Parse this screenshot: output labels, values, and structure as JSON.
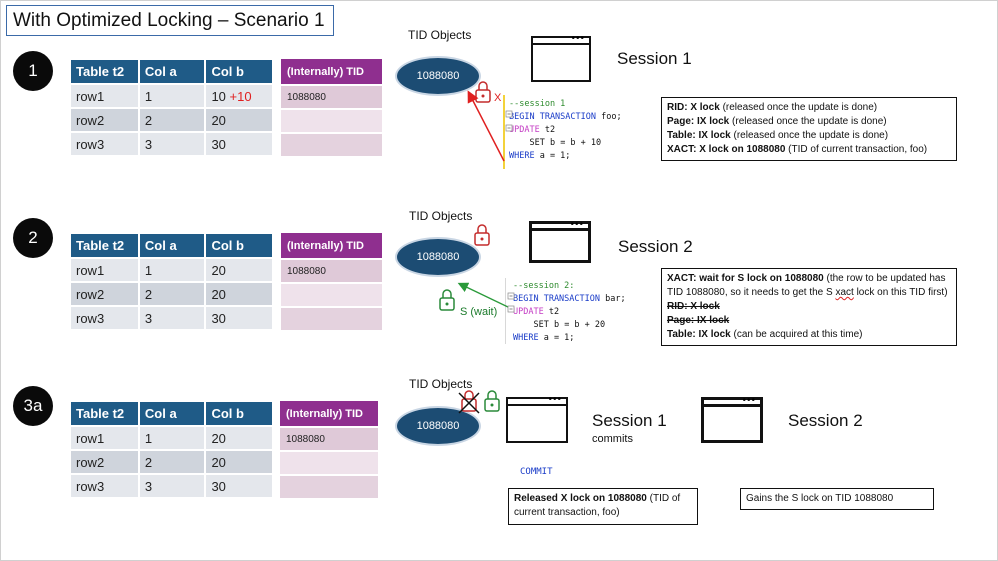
{
  "title": "With Optimized Locking – Scenario 1",
  "tid_objects_label": "TID Objects",
  "tid_value": "1088080",
  "table_headers": [
    "Table t2",
    "Col a",
    "Col b"
  ],
  "tid_header": "(Internally) TID",
  "steps": [
    {
      "badge": "1",
      "rows": [
        {
          "name": "row1",
          "a": "1",
          "b": "10",
          "b_delta": "+10",
          "tid": "1088080"
        },
        {
          "name": "row2",
          "a": "2",
          "b": "20",
          "tid": ""
        },
        {
          "name": "row3",
          "a": "3",
          "b": "30",
          "tid": ""
        }
      ],
      "session": "Session 1",
      "lock_label": "X",
      "code": {
        "comment": "--session 1",
        "line2_kw": "BEGIN TRANSACTION",
        "line2_rest": " foo;",
        "line3_kw": "UPDATE",
        "line3_rest": " t2",
        "line4": "SET b = b + 10",
        "line5_kw": "WHERE",
        "line5_rest": " a = 1;"
      },
      "info": [
        {
          "bold": "RID: X lock",
          "rest": " (released once the update is done)"
        },
        {
          "bold": "Page: IX lock",
          "rest": " (released once the update is done)"
        },
        {
          "bold": "Table: IX lock",
          "rest": " (released once the update is done)"
        },
        {
          "bold": "XACT: X lock on 1088080",
          "rest": " (TID of current transaction, foo)"
        }
      ]
    },
    {
      "badge": "2",
      "rows": [
        {
          "name": "row1",
          "a": "1",
          "b": "20",
          "tid": "1088080"
        },
        {
          "name": "row2",
          "a": "2",
          "b": "20",
          "tid": ""
        },
        {
          "name": "row3",
          "a": "3",
          "b": "30",
          "tid": ""
        }
      ],
      "session": "Session 2",
      "wait_label": "S (wait)",
      "code": {
        "comment": "--session 2:",
        "line2_kw": "BEGIN TRANSACTION",
        "line2_rest": " bar;",
        "line3_kw": "UPDATE",
        "line3_rest": " t2",
        "line4": "SET b = b + 20",
        "line5_kw": "WHERE",
        "line5_rest": " a = 1;"
      },
      "info": {
        "xact_bold": "XACT: wait for S lock on 1088080",
        "xact_rest1": " (the row to be updated has TID 1088080, so it needs to get the S ",
        "xact_squig": "xact",
        "xact_rest2": " lock on this TID first)",
        "rid_strike": "RID: X lock",
        "page_strike": "Page: IX lock",
        "table_bold": "Table: IX lock",
        "table_rest": " (can be acquired at this time)"
      }
    },
    {
      "badge": "3a",
      "rows": [
        {
          "name": "row1",
          "a": "1",
          "b": "20",
          "tid": "1088080"
        },
        {
          "name": "row2",
          "a": "2",
          "b": "20",
          "tid": ""
        },
        {
          "name": "row3",
          "a": "3",
          "b": "30",
          "tid": ""
        }
      ],
      "session1": "Session 1",
      "session1_sub": "commits",
      "session2": "Session 2",
      "commit_code": "COMMIT",
      "released_bold": "Released X lock on 1088080",
      "released_rest": " (TID of current transaction, foo)",
      "gains": "Gains the S lock on TID 1088080"
    }
  ],
  "colors": {
    "header_blue": "#1f5b87",
    "tid_purple": "#8f2f8f",
    "ellipse_navy": "#1c4c73",
    "lock_red": "#c42c2c",
    "lock_green": "#2a8a3a",
    "highlight_blue": "#1ea0e8",
    "delta_red": "#e02020"
  }
}
